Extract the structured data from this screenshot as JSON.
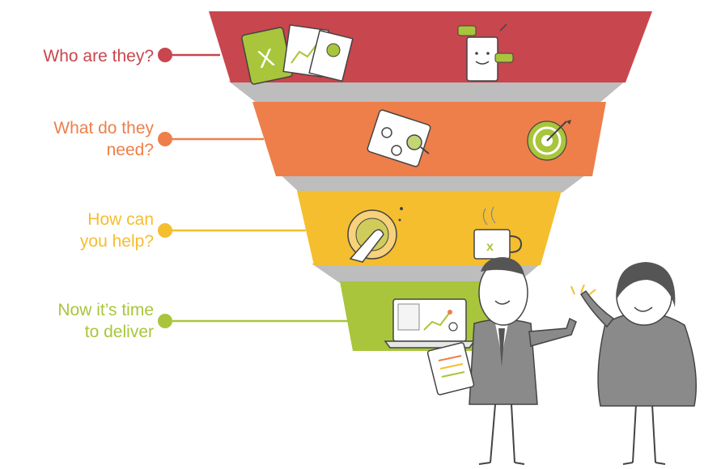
{
  "funnel": {
    "stages": [
      {
        "lines": [
          "Who are they?"
        ],
        "color": "#c8464d",
        "icons": [
          "journal-icon",
          "charts-icon",
          "phone-chat-icon"
        ]
      },
      {
        "lines": [
          "What do they",
          "need?"
        ],
        "color": "#ee7f4a",
        "icons": [
          "profile-tablet-icon",
          "target-icon"
        ]
      },
      {
        "lines": [
          "How can",
          "you help?"
        ],
        "color": "#f5be2f",
        "icons": [
          "tap-finger-icon",
          "coffee-mug-icon"
        ]
      },
      {
        "lines": [
          "Now it’s time",
          "to deliver"
        ],
        "color": "#a9c53c",
        "icons": [
          "laptop-icon"
        ]
      }
    ],
    "shadow_color": "#cfcfcf",
    "connector_color_dark": "#bdbdbd"
  },
  "mug": {
    "logo": "x"
  },
  "characters": [
    "man-with-clipboard",
    "woman"
  ]
}
